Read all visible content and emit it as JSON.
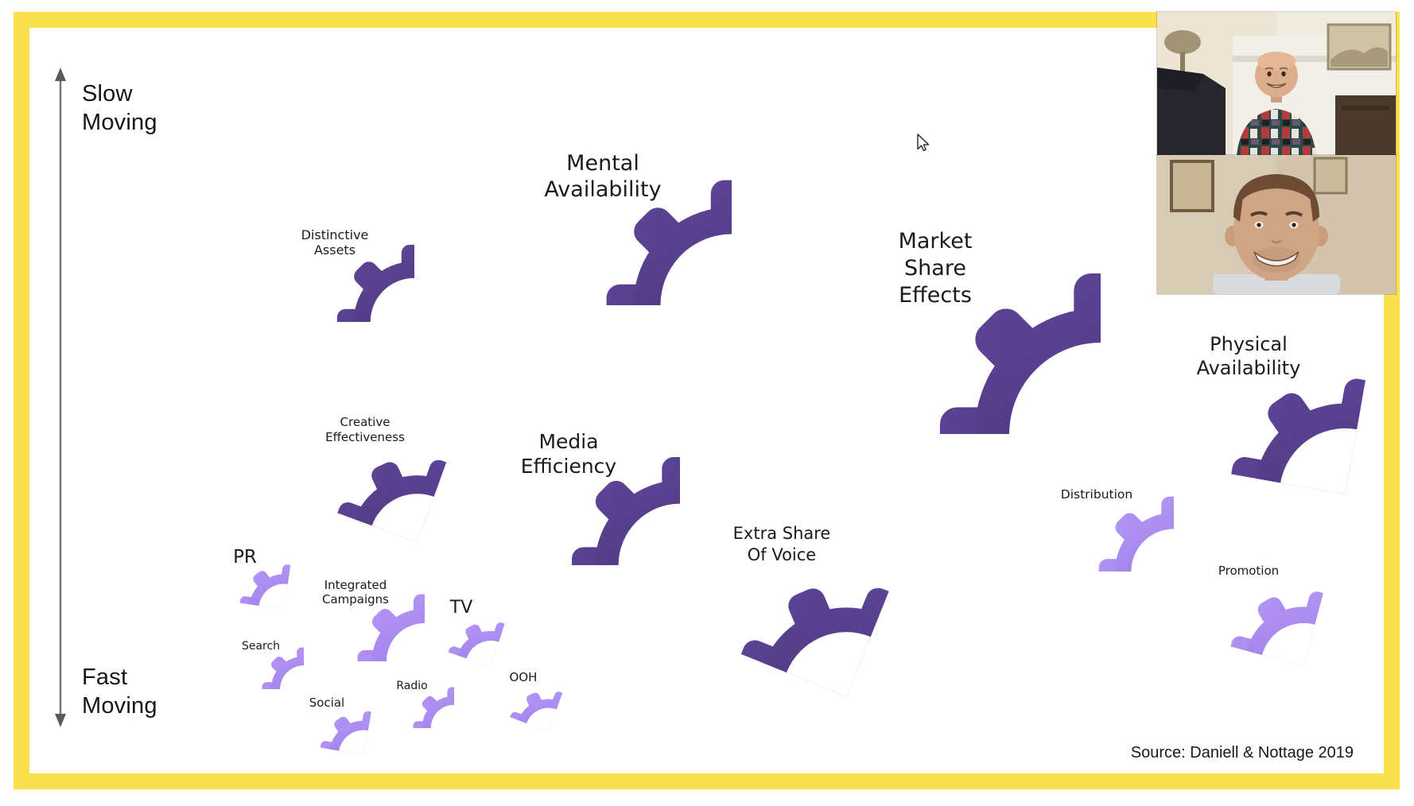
{
  "slide": {
    "frame_color": "#f8e14c",
    "background": "#ffffff",
    "axis": {
      "top_label": {
        "line1": "Slow",
        "line2": "Moving"
      },
      "bottom_label": {
        "line1": "Fast",
        "line2": "Moving"
      }
    },
    "source_note": "Source: Daniell & Nottage 2019",
    "palette": {
      "gear_dark_start": "#5f479a",
      "gear_dark_end": "#432e6d",
      "gear_light_start": "#b79af5",
      "gear_light_end": "#8b68e4",
      "label_color": "#1b1b1d"
    },
    "gears": [
      {
        "id": "distinctive-assets",
        "tone": "dark",
        "lines": [
          "Distinctive",
          "Assets"
        ]
      },
      {
        "id": "mental-availability",
        "tone": "dark",
        "lines": [
          "Mental",
          "Availability"
        ]
      },
      {
        "id": "market-share-effects",
        "tone": "dark",
        "lines": [
          "Market",
          "Share",
          "Effects"
        ]
      },
      {
        "id": "physical-availability",
        "tone": "dark",
        "lines": [
          "Physical",
          "Availability"
        ]
      },
      {
        "id": "creative-effectiveness",
        "tone": "dark",
        "lines": [
          "Creative",
          "Effectiveness"
        ]
      },
      {
        "id": "media-efficiency",
        "tone": "dark",
        "lines": [
          "Media",
          "Efficiency"
        ]
      },
      {
        "id": "extra-share-of-voice",
        "tone": "dark",
        "lines": [
          "Extra Share",
          "Of Voice"
        ]
      },
      {
        "id": "distribution",
        "tone": "light",
        "lines": [
          "Distribution"
        ]
      },
      {
        "id": "promotion",
        "tone": "light",
        "lines": [
          "Promotion"
        ]
      },
      {
        "id": "pr",
        "tone": "light",
        "lines": [
          "PR"
        ]
      },
      {
        "id": "integrated-campaigns",
        "tone": "light",
        "lines": [
          "Integrated",
          "Campaigns"
        ]
      },
      {
        "id": "tv",
        "tone": "light",
        "lines": [
          "TV"
        ]
      },
      {
        "id": "search",
        "tone": "light",
        "lines": [
          "Search"
        ]
      },
      {
        "id": "social",
        "tone": "light",
        "lines": [
          "Social"
        ]
      },
      {
        "id": "radio",
        "tone": "light",
        "lines": [
          "Radio"
        ]
      },
      {
        "id": "ooh",
        "tone": "light",
        "lines": [
          "OOH"
        ]
      }
    ]
  },
  "video_call": {
    "feed_count": 2
  }
}
